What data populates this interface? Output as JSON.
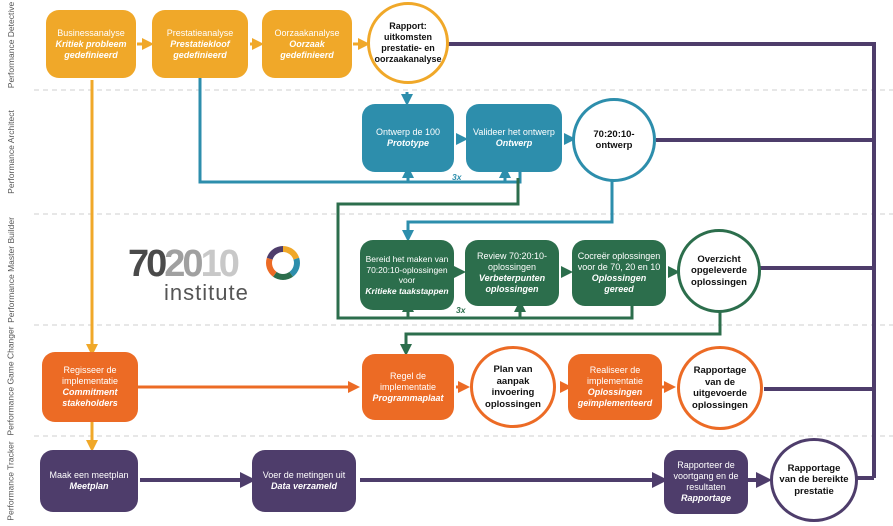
{
  "lanes": [
    {
      "label": "Performance Detective"
    },
    {
      "label": "Performance Architect"
    },
    {
      "label": "Performance Master Builder"
    },
    {
      "label": "Performance Game Changer"
    },
    {
      "label": "Performance Tracker"
    }
  ],
  "colors": {
    "yellow": "#f0a829",
    "teal": "#2d8eac",
    "green": "#2c6e4c",
    "orange": "#ec6b25",
    "purple": "#4e3d6b",
    "line_purple": "#4e3d6b",
    "line_teal": "#2d8eac",
    "line_green": "#2c6e4c",
    "line_yellow": "#f0a829",
    "line_orange": "#ec6b25"
  },
  "detective": {
    "step1": {
      "title": "Businessanalyse",
      "subtitle": "Kritiek probleem gedefinieerd"
    },
    "step2": {
      "title": "Prestatieanalyse",
      "subtitle": "Prestatiekloof gedefinieerd"
    },
    "step3": {
      "title": "Oorzaakanalyse",
      "subtitle": "Oorzaak gedefinieerd"
    },
    "result": "Rapport: uitkomsten prestatie- en oorzaakanalyse"
  },
  "architect": {
    "step1": {
      "title": "Ontwerp de 100",
      "subtitle": "Prototype"
    },
    "step2": {
      "title": "Valideer het ontwerp",
      "subtitle": "Ontwerp"
    },
    "result": "70:20:10-ontwerp",
    "loop_label": "3x"
  },
  "builder": {
    "step1": {
      "title": "Bereid het maken van 70:20:10-oplossingen voor",
      "subtitle": "Kritieke taakstappen"
    },
    "step2": {
      "title": "Review 70:20:10-oplossingen",
      "subtitle": "Verbeterpunten oplossingen"
    },
    "step3": {
      "title": "Cocreër oplossingen voor de 70, 20 en 10",
      "subtitle": "Oplossingen gereed"
    },
    "result": "Overzicht opgeleverde oplossingen",
    "loop_label": "3x"
  },
  "changer": {
    "step1": {
      "title": "Regisseer de implementatie",
      "subtitle": "Commitment stakeholders"
    },
    "step2": {
      "title": "Regel de implementatie",
      "subtitle": "Programmaplaat"
    },
    "plan": "Plan van aanpak invoering oplossingen",
    "step3": {
      "title": "Realiseer de implementatie",
      "subtitle": "Oplossingen geïmplementeerd"
    },
    "result": "Rapportage van de uitgevoerde oplossingen"
  },
  "tracker": {
    "step1": {
      "title": "Maak een meetplan",
      "subtitle": "Meetplan"
    },
    "step2": {
      "title": "Voer de metingen uit",
      "subtitle": "Data verzameld"
    },
    "step3": {
      "title": "Rapporteer de voortgang en de resultaten",
      "subtitle": "Rapportage"
    },
    "result": "Rapportage van de bereikte prestatie"
  },
  "logo": {
    "d1": "70",
    "d2": "20",
    "d3": "10",
    "word": "institute",
    "c1": "#4a4a4a",
    "c2": "#a0a0a0",
    "c3": "#c8c8c8",
    "ring": [
      "#f0a829",
      "#2d8eac",
      "#2c6e4c",
      "#ec6b25",
      "#4e3d6b"
    ]
  }
}
